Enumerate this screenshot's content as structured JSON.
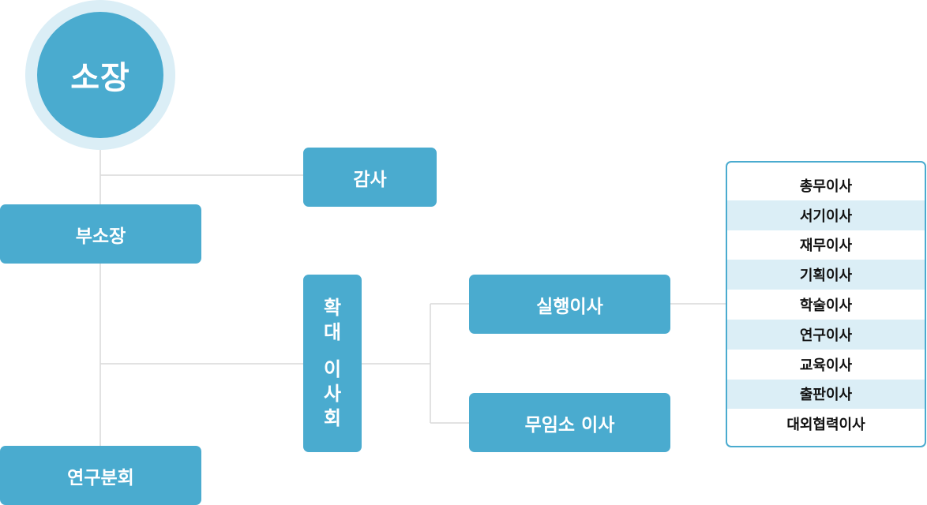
{
  "chief": {
    "label": "소장"
  },
  "auditor": {
    "label": "감사"
  },
  "vice_chief": {
    "label": "부소장"
  },
  "research_division": {
    "label": "연구분회"
  },
  "expanded_board": {
    "chars": [
      "확",
      "대",
      "이",
      "사",
      "회"
    ]
  },
  "executive_director": {
    "label": "실행이사"
  },
  "non_executive_director": {
    "label": "무임소 이사"
  },
  "directors": [
    "총무이사",
    "서기이사",
    "재무이사",
    "기획이사",
    "학술이사",
    "연구이사",
    "교육이사",
    "출판이사",
    "대외협력이사"
  ],
  "colors": {
    "primary": "#4aabcf",
    "ring": "#dbeef6",
    "alt_row": "#dbeef6",
    "line": "#d9d9d9"
  }
}
